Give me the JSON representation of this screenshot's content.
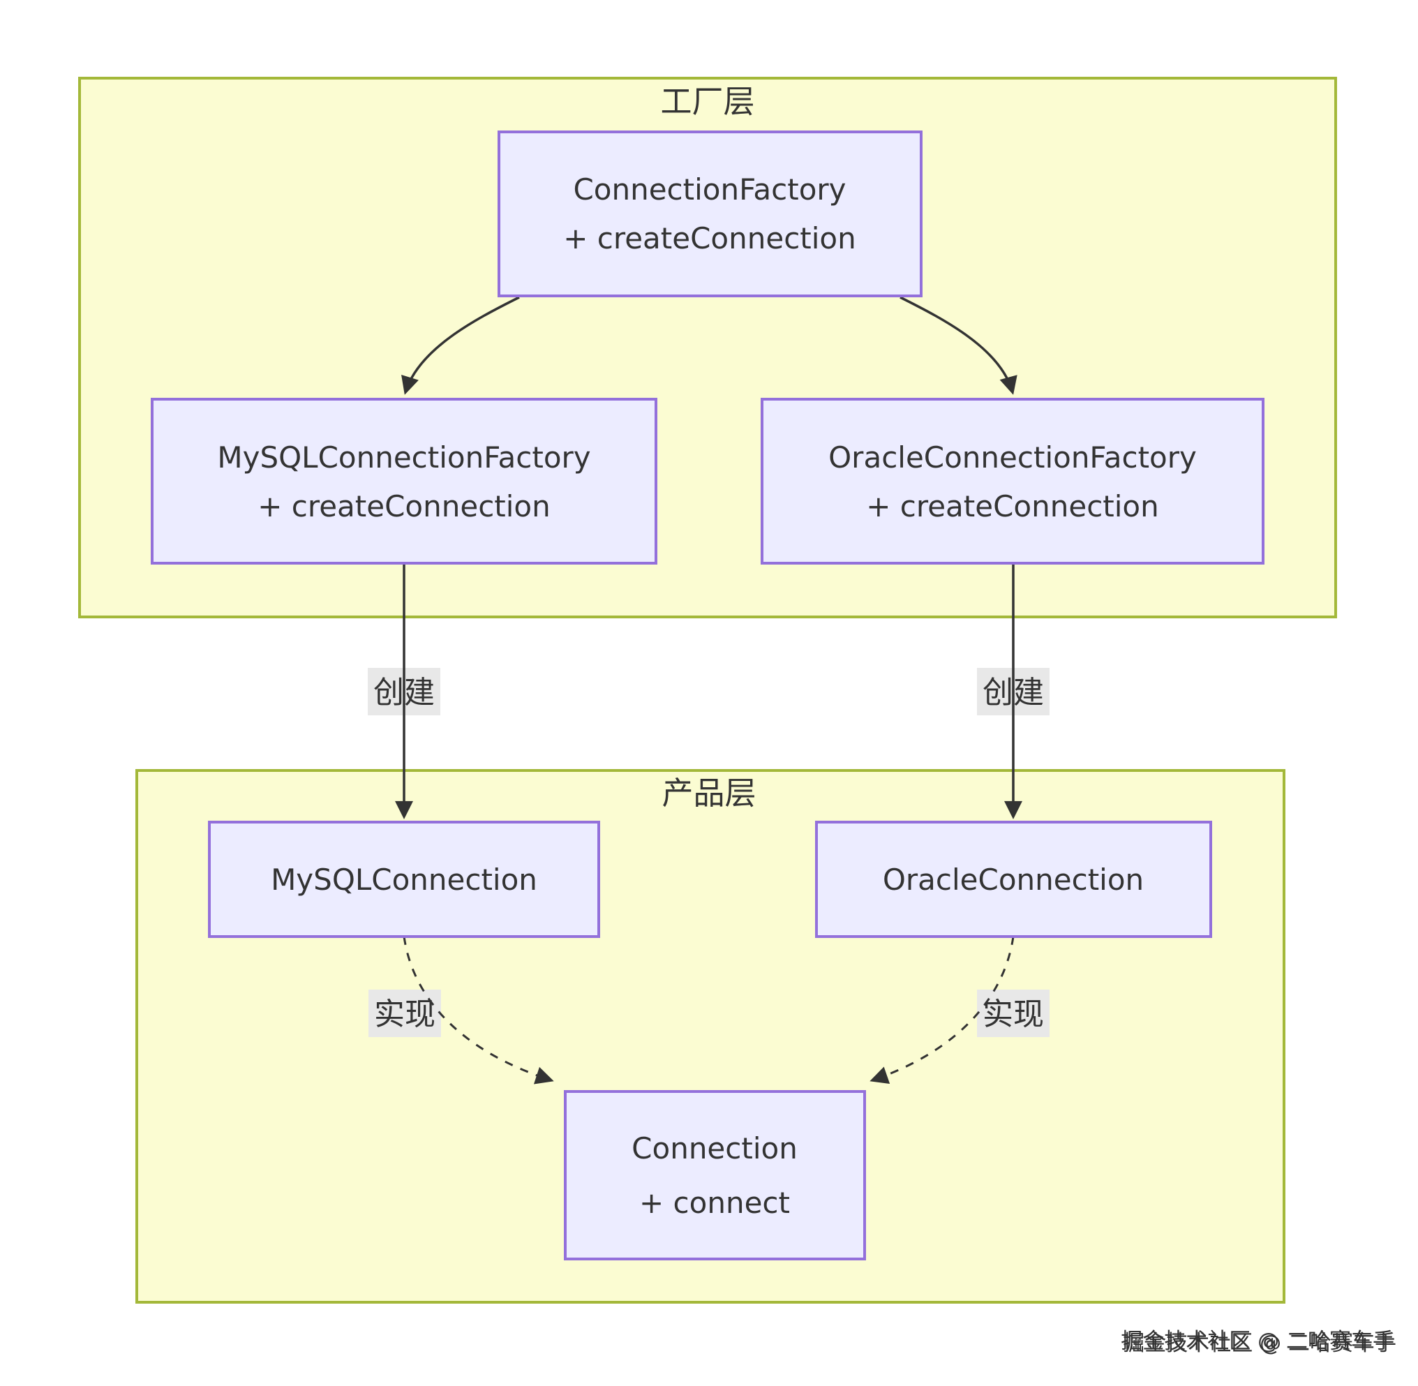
{
  "colors": {
    "background": "#ffffff",
    "cluster_fill": "#fbfcd2",
    "cluster_border": "#a3b839",
    "node_fill": "#ececff",
    "node_border": "#9370db",
    "edge": "#333333",
    "edge_label_bg": "#e8e8e8",
    "text": "#333333",
    "watermark": "#8f8f8f",
    "watermark_highlight": "#ffffff"
  },
  "layers": {
    "factory": {
      "title": "工厂层"
    },
    "product": {
      "title": "产品层"
    }
  },
  "nodes": {
    "connection_factory": {
      "line1": "ConnectionFactory",
      "line2": "+ createConnection"
    },
    "mysql_factory": {
      "line1": "MySQLConnectionFactory",
      "line2": "+ createConnection"
    },
    "oracle_factory": {
      "line1": "OracleConnectionFactory",
      "line2": "+ createConnection"
    },
    "mysql_connection": {
      "line1": "MySQLConnection"
    },
    "oracle_connection": {
      "line1": "OracleConnection"
    },
    "connection": {
      "line1": "Connection",
      "line2": "+ connect"
    }
  },
  "edge_labels": {
    "create": "创建",
    "implement": "实现"
  },
  "watermark": {
    "text": "掘金技术社区 @ 二哈赛车手"
  }
}
